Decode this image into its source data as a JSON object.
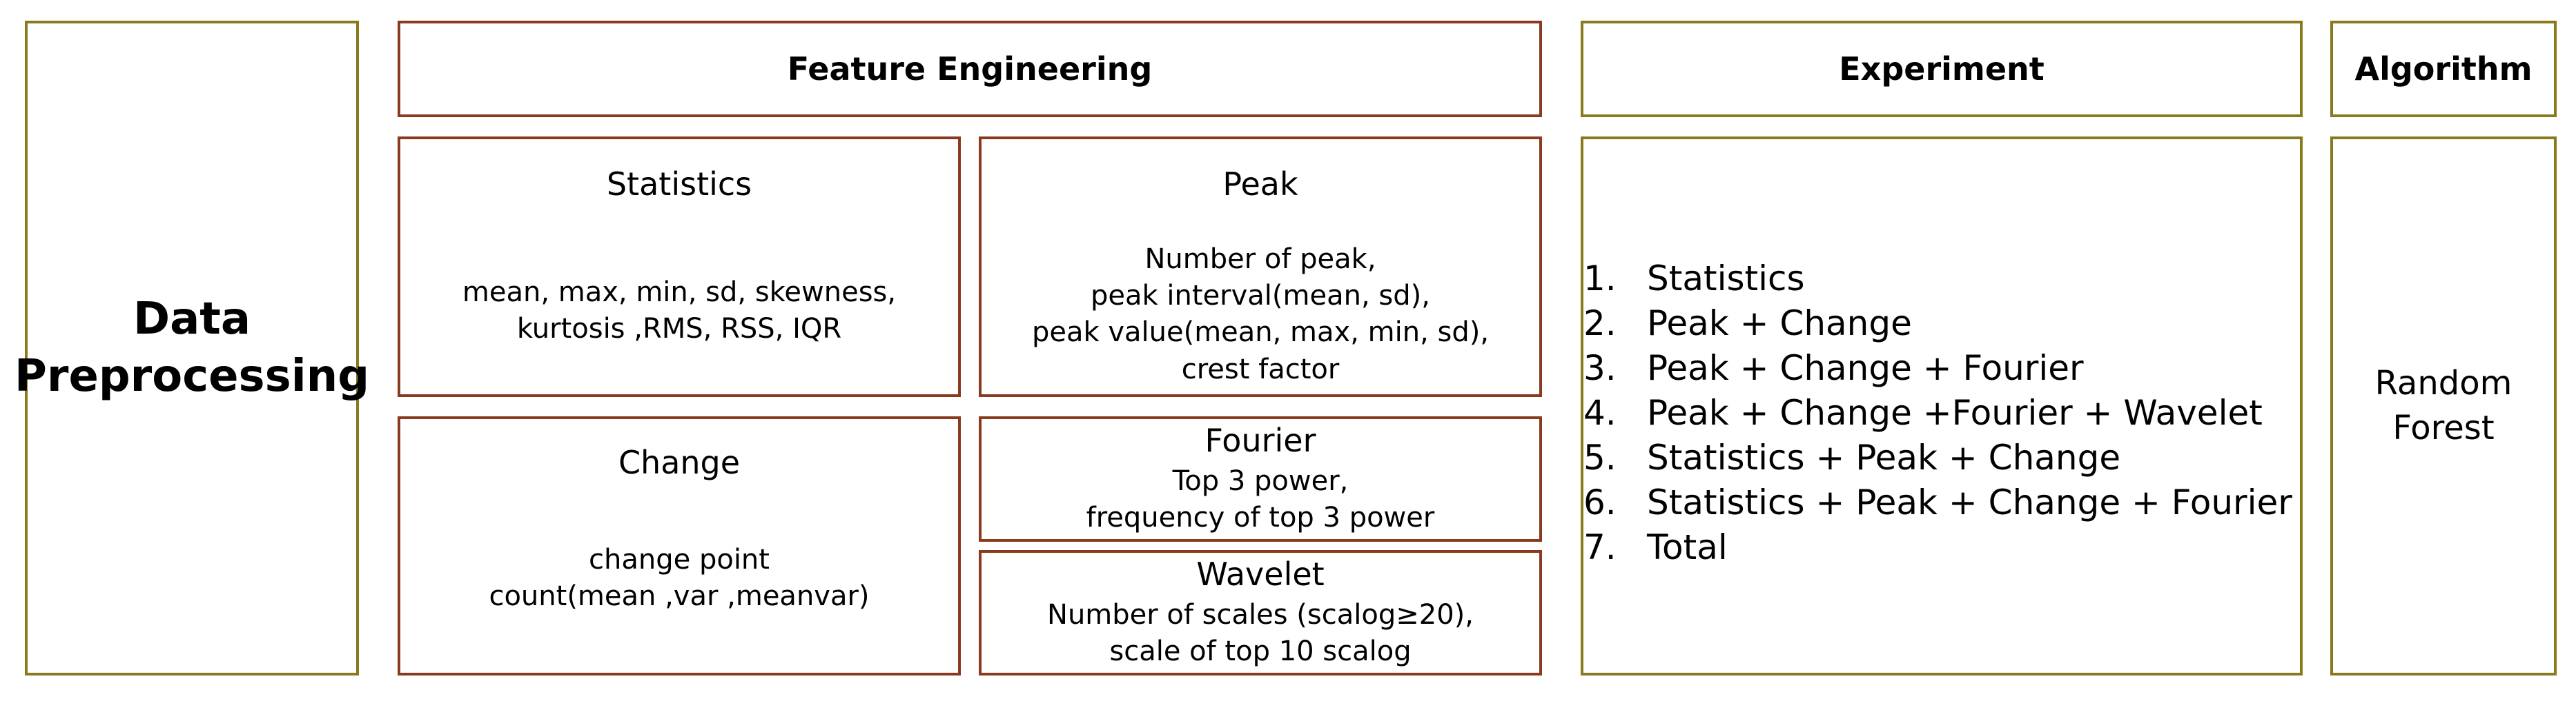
{
  "data_preprocessing": {
    "line1": "Data",
    "line2": "Preprocessing"
  },
  "feature_engineering": {
    "title": "Feature Engineering",
    "statistics": {
      "title": "Statistics",
      "lines": [
        "mean, max, min, sd, skewness,",
        "kurtosis ,RMS, RSS, IQR"
      ]
    },
    "peak": {
      "title": "Peak",
      "lines": [
        "Number of peak,",
        "peak interval(mean, sd),",
        "peak value(mean, max, min, sd),",
        "crest factor"
      ]
    },
    "change": {
      "title": "Change",
      "lines": [
        "change point",
        "count(mean ,var ,meanvar)"
      ]
    },
    "fourier": {
      "title": "Fourier",
      "lines": [
        "Top 3 power,",
        "frequency of top 3 power"
      ]
    },
    "wavelet": {
      "title": "Wavelet",
      "lines": [
        "Number of scales (scalog≥20),",
        "scale of top 10 scalog"
      ]
    }
  },
  "experiment": {
    "title": "Experiment",
    "items": [
      {
        "num": "1.",
        "text": "Statistics"
      },
      {
        "num": "2.",
        "text": "Peak + Change"
      },
      {
        "num": "3.",
        "text": "Peak + Change + Fourier"
      },
      {
        "num": "4.",
        "text": "Peak + Change +Fourier + Wavelet"
      },
      {
        "num": "5.",
        "text": "Statistics + Peak + Change"
      },
      {
        "num": "6.",
        "text": "Statistics + Peak + Change + Fourier"
      },
      {
        "num": "7.",
        "text": "Total"
      }
    ]
  },
  "algorithm": {
    "title": "Algorithm",
    "line1": "Random",
    "line2": "Forest"
  },
  "colors": {
    "olive_border": "#8a7a1e",
    "brown_border": "#8a3a1e"
  }
}
